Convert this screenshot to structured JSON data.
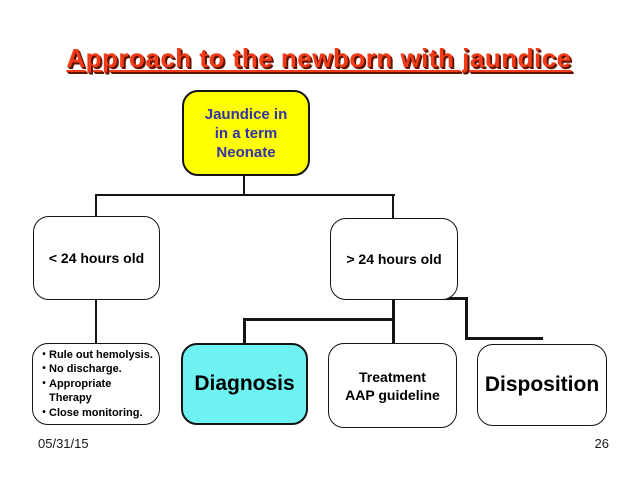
{
  "slide": {
    "title": "Approach to the newborn with jaundice",
    "footer": {
      "date": "05/31/15",
      "page_number": "26"
    }
  },
  "colors": {
    "title_text": "#f23b18",
    "title_shadow": "#5f1300",
    "root_node_fill": "#ffff00",
    "root_node_text": "#3333aa",
    "diagnosis_node_fill": "#6ff2f2",
    "node_border": "#141414",
    "connector": "#141414",
    "background": "#ffffff"
  },
  "flowchart": {
    "root": {
      "line1": "Jaundice in",
      "line2": "in a term",
      "line3": "Neonate"
    },
    "left_branch": {
      "label": "< 24 hours old"
    },
    "right_branch": {
      "label": "> 24 hours old"
    },
    "followup": {
      "items": [
        "Rule out hemolysis.",
        "No discharge.",
        "Appropriate Therapy",
        "Close monitoring."
      ]
    },
    "diagnosis": {
      "label": "Diagnosis"
    },
    "treatment": {
      "line1": "Treatment",
      "line2": "AAP guideline"
    },
    "disposition": {
      "label": "Disposition"
    }
  }
}
